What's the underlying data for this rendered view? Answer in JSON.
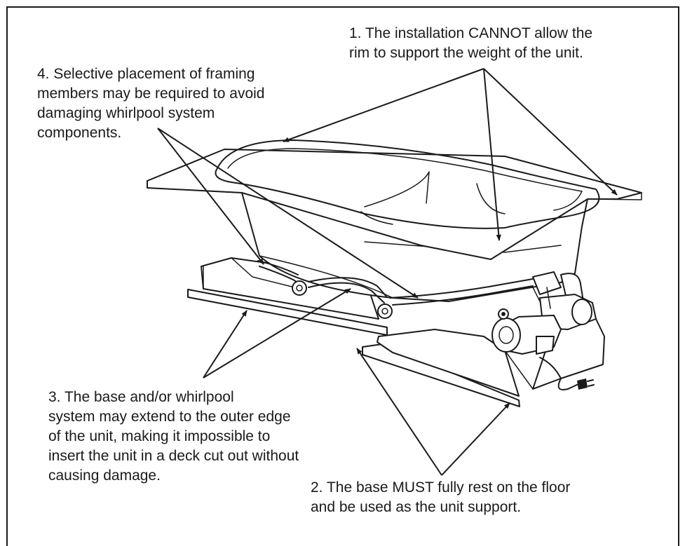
{
  "notes": {
    "note1": [
      "1. The installation CANNOT allow the",
      "rim to support the weight of the unit."
    ],
    "note2": [
      "2. The base MUST fully rest on the floor",
      "and be used as the unit support."
    ],
    "note3": [
      "3. The base and/or whirlpool",
      "system may extend to the outer edge",
      "of the unit, making it impossible to",
      "insert the unit in a deck cut out without",
      "causing damage."
    ],
    "note4": [
      "4. Selective placement of framing",
      "members may be required to avoid",
      "damaging whirlpool system",
      "components."
    ]
  },
  "colors": {
    "line": "#1a1a1a",
    "background": "#ffffff"
  }
}
